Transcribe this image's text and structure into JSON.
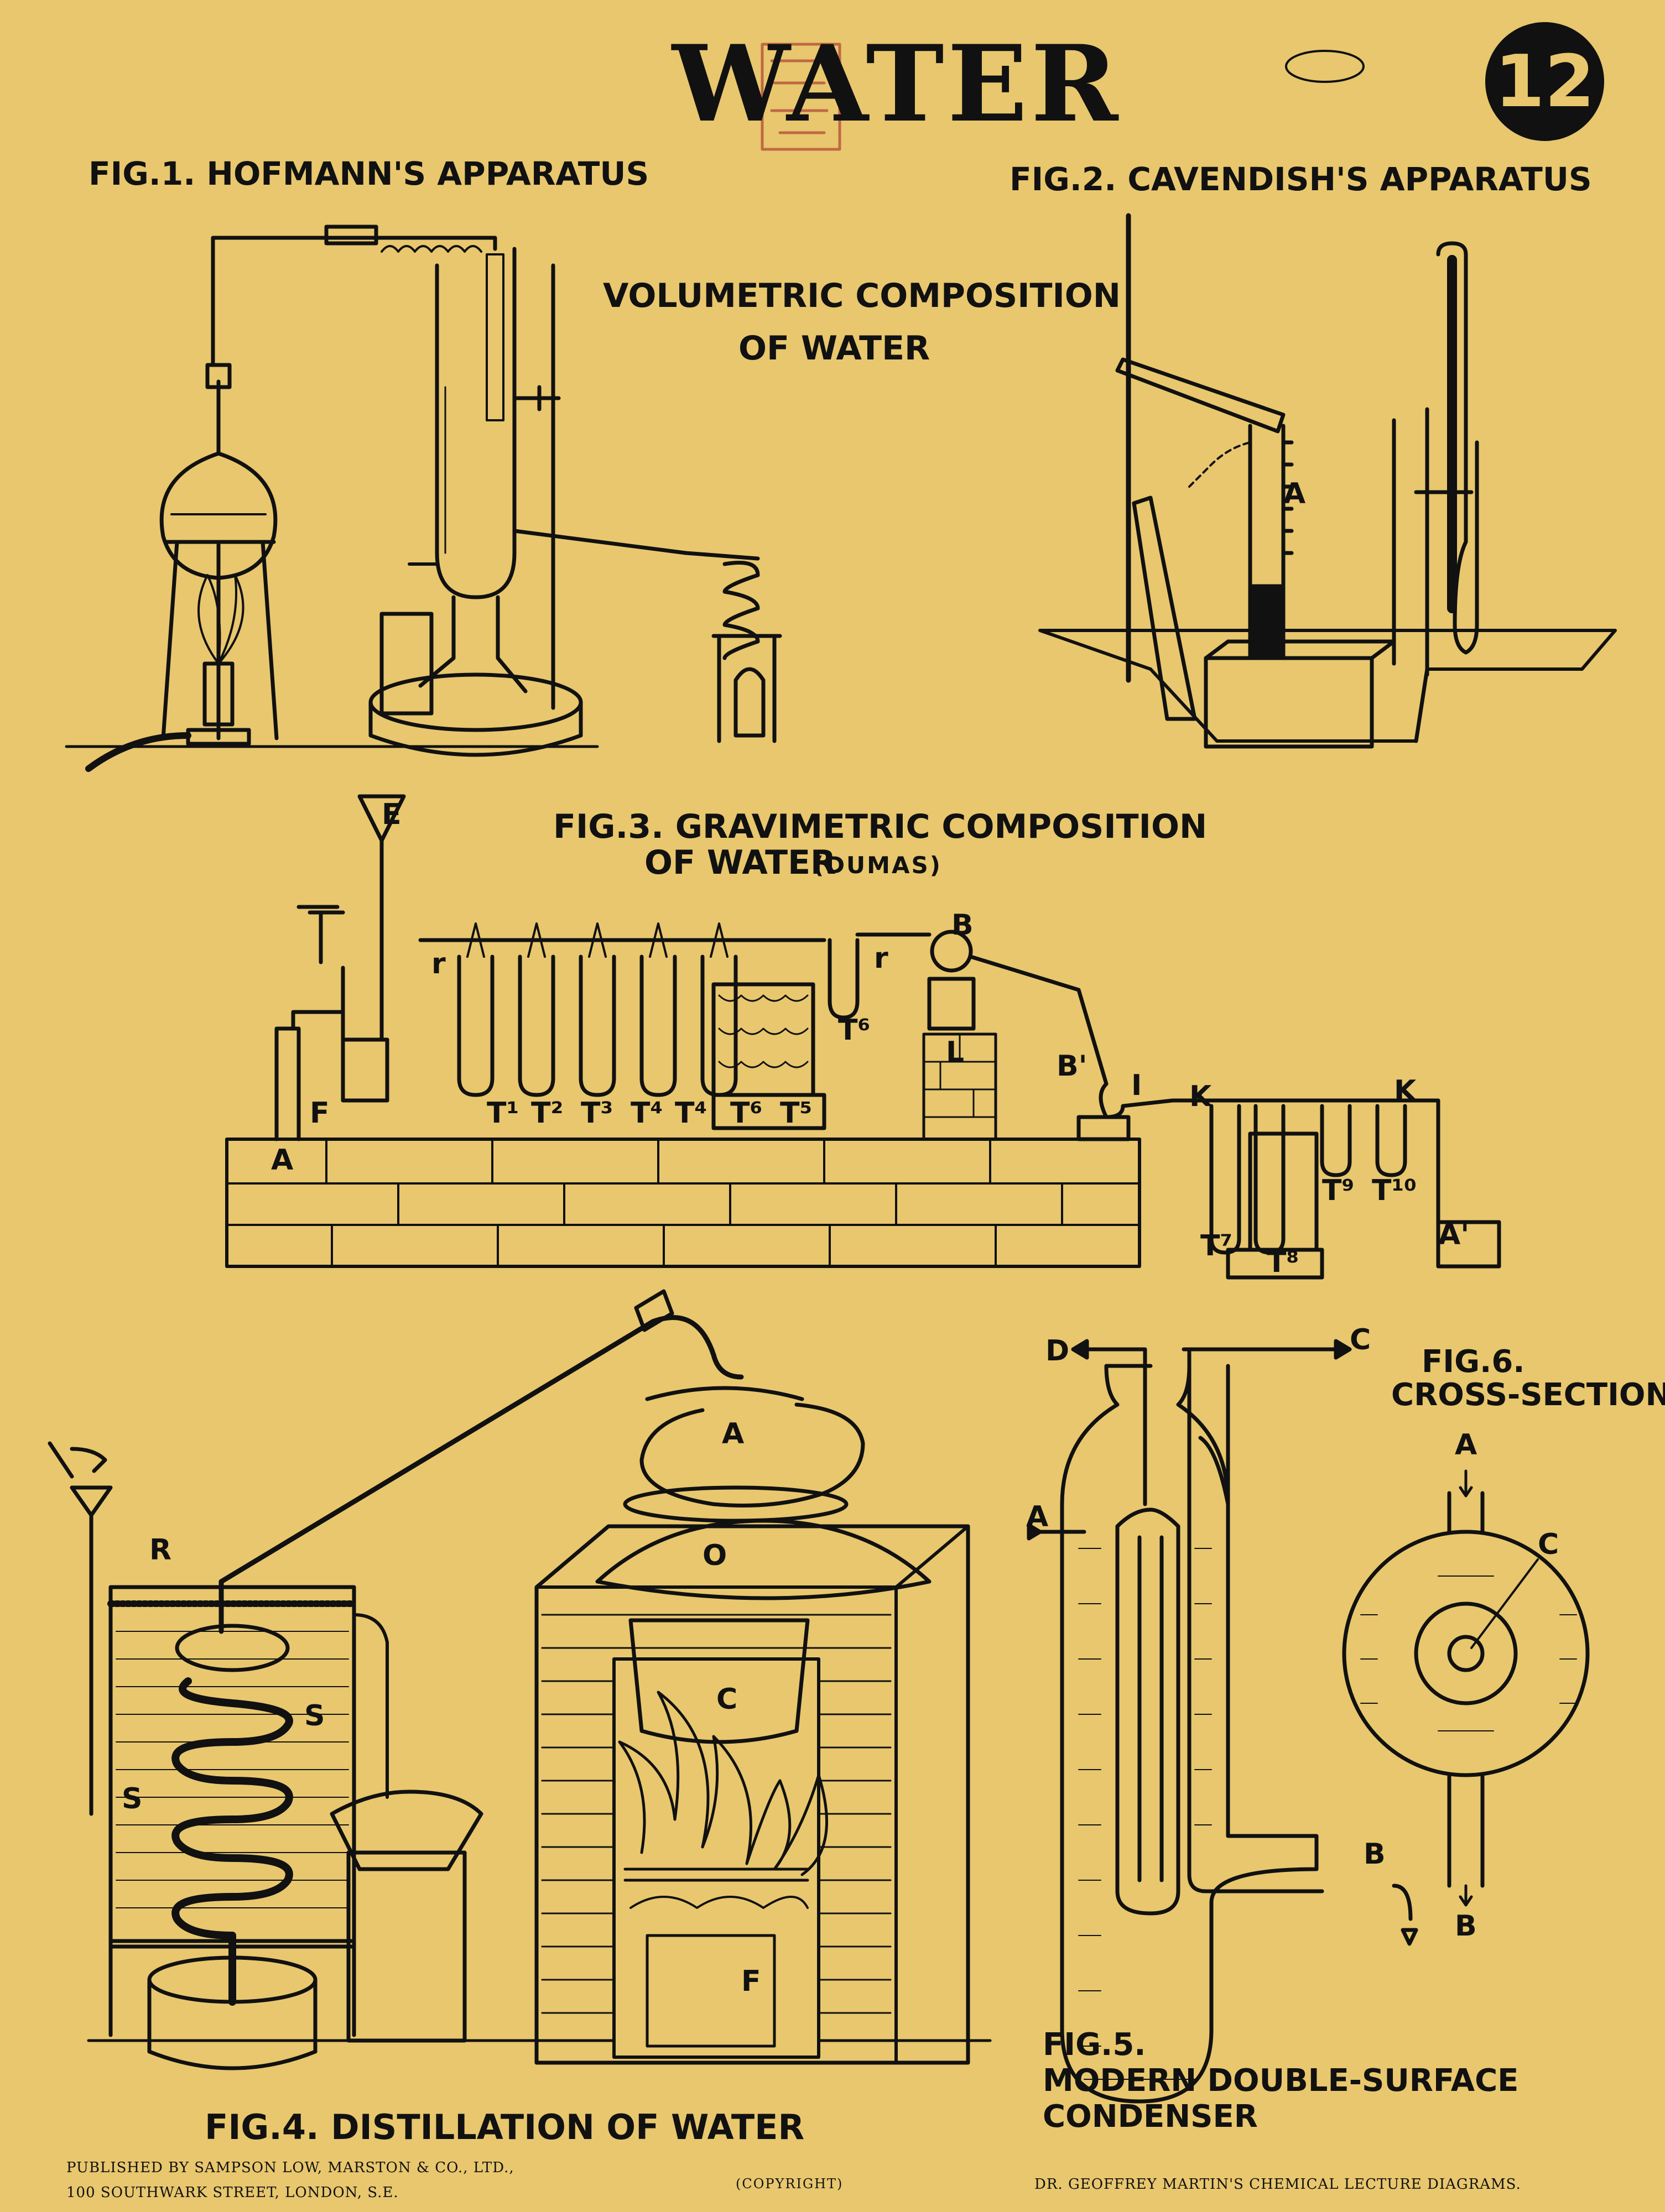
{
  "title": "WATER",
  "plate_number": "12",
  "subtitle": [
    "VOLUMETRIC COMPOSITION",
    "OF WATER"
  ],
  "figures": {
    "fig1": "FIG.1. HOFMANN'S APPARATUS",
    "fig2": "FIG.2. CAVENDISH'S APPARATUS",
    "fig3_line1": "FIG.3. GRAVIMETRIC COMPOSITION",
    "fig3_line2": "OF WATER",
    "fig3_note": "(DUMAS)",
    "fig4": "FIG.4. DISTILLATION OF WATER",
    "fig5_line1": "FIG.5.",
    "fig5_line2": "MODERN DOUBLE-SURFACE",
    "fig5_line3": "CONDENSER",
    "fig6_line1": "FIG.6.",
    "fig6_line2": "CROSS-SECTION"
  },
  "labels": {
    "fig2": [
      "A"
    ],
    "fig3": [
      "E",
      "F",
      "A",
      "r",
      "r",
      "B",
      "L",
      "T¹",
      "T²",
      "T³",
      "T⁴",
      "T⁴",
      "T⁶",
      "T⁵",
      "T⁶",
      "B'",
      "I",
      "K",
      "K",
      "T⁷",
      "T⁸",
      "T⁹",
      "T¹⁰",
      "A'"
    ],
    "fig4": [
      "R",
      "S",
      "S",
      "A",
      "O",
      "C",
      "F"
    ],
    "fig5": [
      "D",
      "C",
      "A",
      "B"
    ],
    "fig6": [
      "A",
      "C",
      "B"
    ]
  },
  "footer": {
    "publisher_line1": "PUBLISHED BY SAMPSON LOW, MARSTON & CO., LTD.,",
    "publisher_line2": "100 SOUTHWARK STREET, LONDON, S.E.",
    "copyright": "(COPYRIGHT)",
    "series": "DR. GEOFFREY MARTIN'S CHEMICAL LECTURE DIAGRAMS."
  },
  "colors": {
    "paper": "#e8c76e",
    "ink": "#111111",
    "stamp": "#b5523a"
  }
}
